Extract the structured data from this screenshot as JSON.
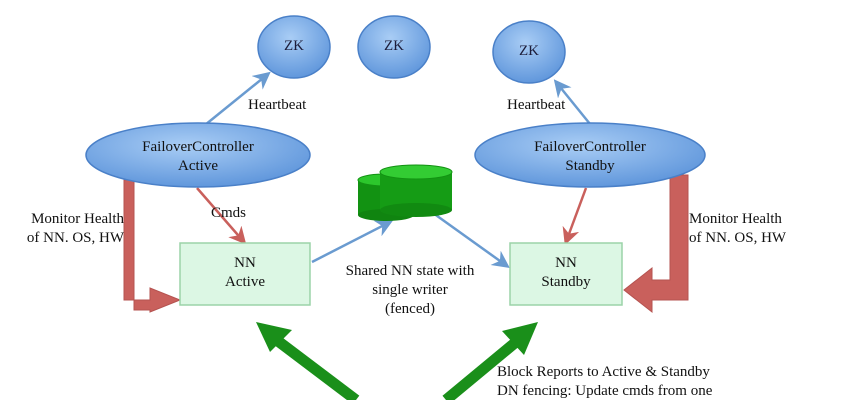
{
  "zk_nodes": [
    "ZK",
    "ZK",
    "ZK"
  ],
  "heartbeat_labels": [
    "Heartbeat",
    "Heartbeat"
  ],
  "failover_active": {
    "line1": "FailoverController",
    "line2": "Active"
  },
  "failover_standby": {
    "line1": "FailoverController",
    "line2": "Standby"
  },
  "cmds_label": "Cmds",
  "monitor_left": {
    "line1": "Monitor Health",
    "line2": "of NN. OS, HW"
  },
  "monitor_right": {
    "line1": "Monitor Health",
    "line2": "of NN. OS, HW"
  },
  "nn_active": {
    "line1": "NN",
    "line2": "Active"
  },
  "nn_standby": {
    "line1": "NN",
    "line2": "Standby"
  },
  "shared_state": {
    "line1": "Shared NN state with",
    "line2": "single writer",
    "line3": "(fenced)"
  },
  "block_reports": {
    "line1": "Block Reports to Active & Standby",
    "line2": "DN fencing: Update cmds from one"
  },
  "colors": {
    "ellipse_fill": "#6fa6e4",
    "ellipse_stroke": "#4a80c8",
    "box_fill": "#dcf7e4",
    "box_stroke": "#9bd3a8",
    "red_arrow": "#c9605c",
    "blue_arrow": "#6a9bd0",
    "green_arrow": "#1a8f1a",
    "storage": "#149a14"
  }
}
